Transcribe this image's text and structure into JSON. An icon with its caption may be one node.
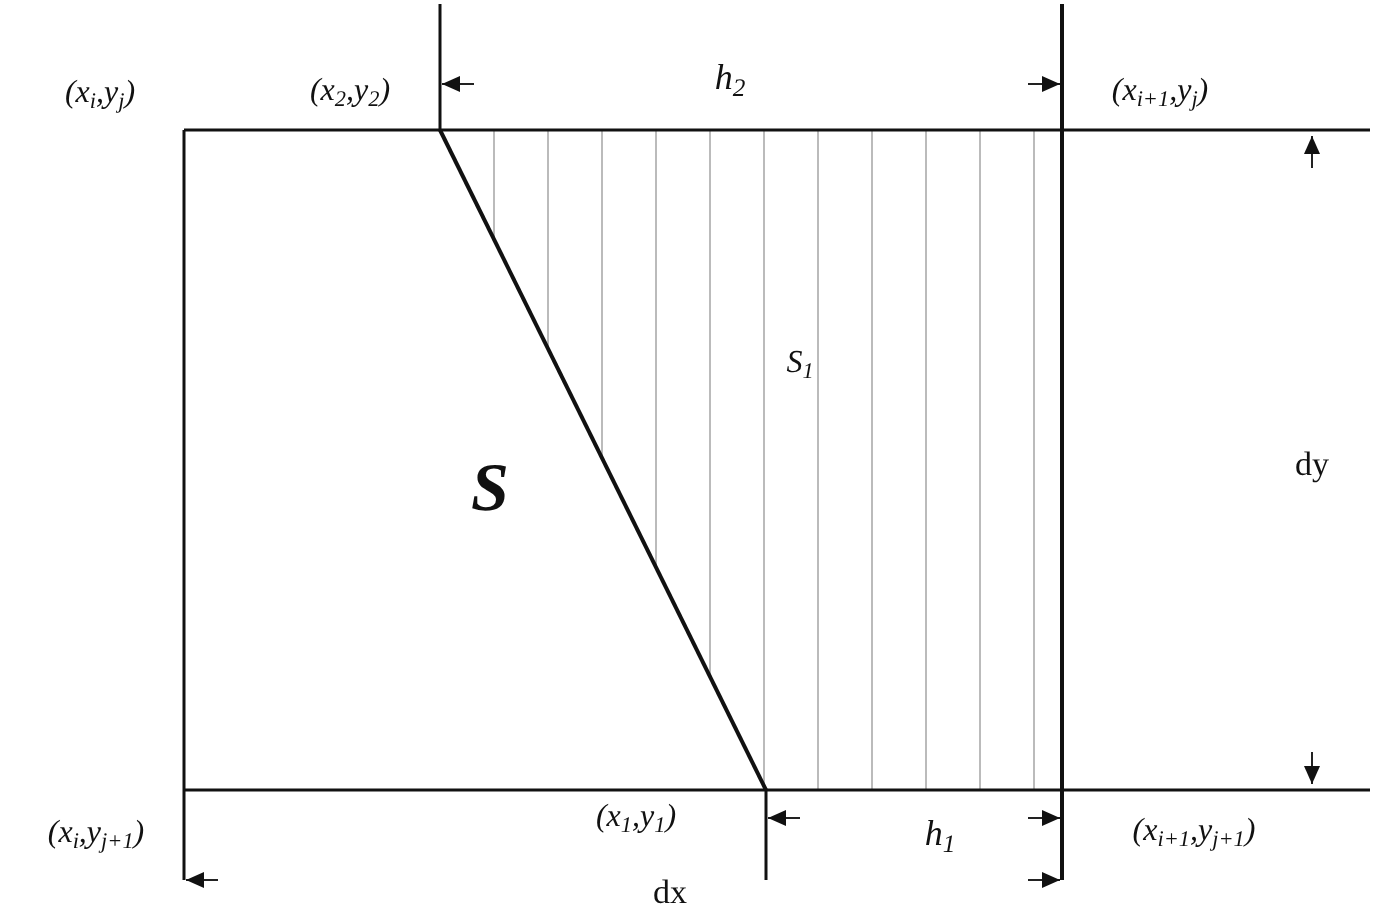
{
  "diagram": {
    "labels": [
      "(x$_{i}$,y$_{j}$)",
      "(x$_{2}$,y$_{2}$)",
      "h$_{2}$",
      "(x$_{i+1}$,y$_{j}$)",
      "S$_{1}$",
      "S",
      "dy",
      "(x$_{i}$,y$_{j+1}$)",
      "(x$_{1}$,y$_{1}$)",
      "h$_{1}$",
      "(x$_{i+1}$,y$_{j+1}$)",
      "dx"
    ]
  }
}
